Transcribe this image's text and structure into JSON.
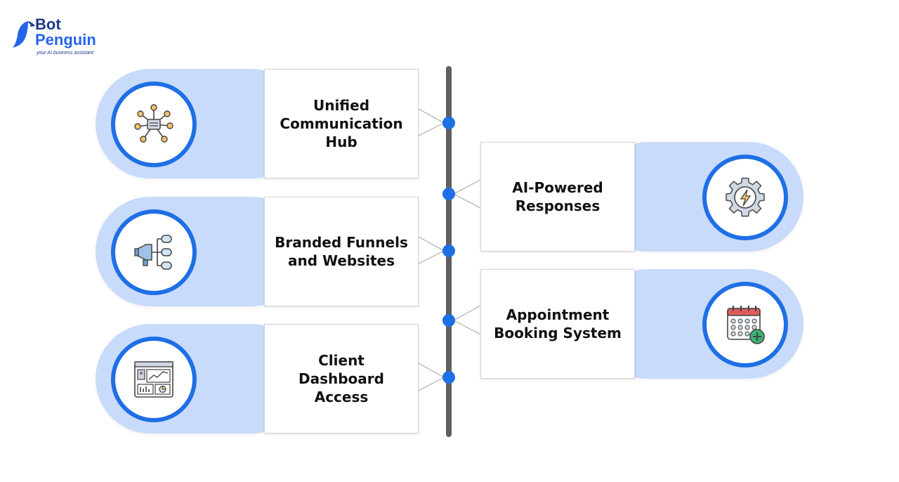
{
  "brand": {
    "name_line1": "Bot",
    "name_line2": "Penguin",
    "tagline": "your AI business assistant"
  },
  "features": [
    {
      "id": "unified",
      "label": "Unified Communication Hub",
      "icon": "network-hub-icon",
      "side": "left"
    },
    {
      "id": "ai",
      "label": "AI-Powered Responses",
      "icon": "gear-lightning-icon",
      "side": "right"
    },
    {
      "id": "funnels",
      "label": "Branded Funnels and Websites",
      "icon": "funnel-megaphone-icon",
      "side": "left"
    },
    {
      "id": "booking",
      "label": "Appointment Booking System",
      "icon": "calendar-add-icon",
      "side": "right"
    },
    {
      "id": "dashboard",
      "label": "Client Dashboard Access",
      "icon": "dashboard-icon",
      "side": "left"
    }
  ],
  "colors": {
    "accent": "#1f6fe5",
    "pill": "#c9dbfb",
    "spine": "#5f5f5f"
  }
}
